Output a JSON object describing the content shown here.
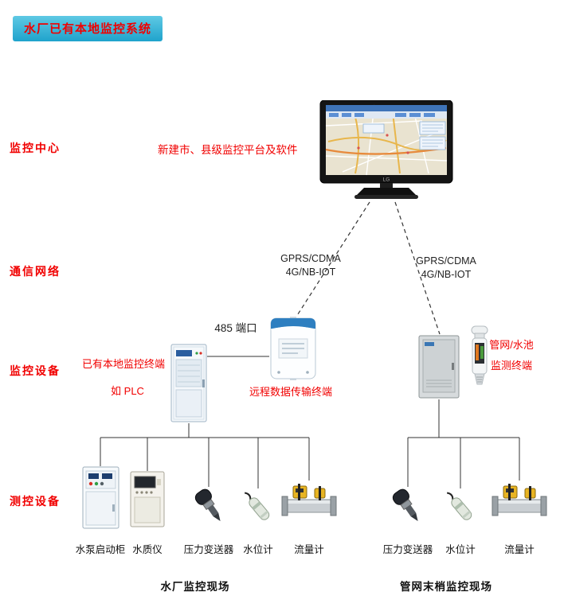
{
  "title_badge": {
    "text": "水厂已有本地监控系统"
  },
  "row_labels": {
    "center": "监控中心",
    "network": "通信网络",
    "equipment": "监控设备",
    "field": "测控设备"
  },
  "platform_caption": "新建市、县级监控平台及软件",
  "monitor": {
    "brand": "LG"
  },
  "comm": {
    "left": {
      "line1": "GPRS/CDMA",
      "line2": "4G/NB-IOT"
    },
    "right": {
      "line1": "GPRS/CDMA",
      "line2": "4G/NB-IOT"
    }
  },
  "middle": {
    "port_label": "485 端口",
    "plc_line1": "已有本地监控终端",
    "plc_line2": "如 PLC",
    "rtu_label": "远程数据传输终端",
    "pipe_line1": "管网/水池",
    "pipe_line2": "监测终端"
  },
  "site_left": {
    "devices": [
      "水泵启动柜",
      "水质仪",
      "压力变送器",
      "水位计",
      "流量计"
    ],
    "caption": "水厂监控现场"
  },
  "site_right": {
    "devices": [
      "压力变送器",
      "水位计",
      "流量计"
    ],
    "caption": "管网末梢监控现场"
  },
  "colors": {
    "accent_red": "#f10000",
    "badge_bg_top": "#5fc9e4",
    "badge_bg_bottom": "#1fa3cc",
    "line_color": "#333333"
  }
}
